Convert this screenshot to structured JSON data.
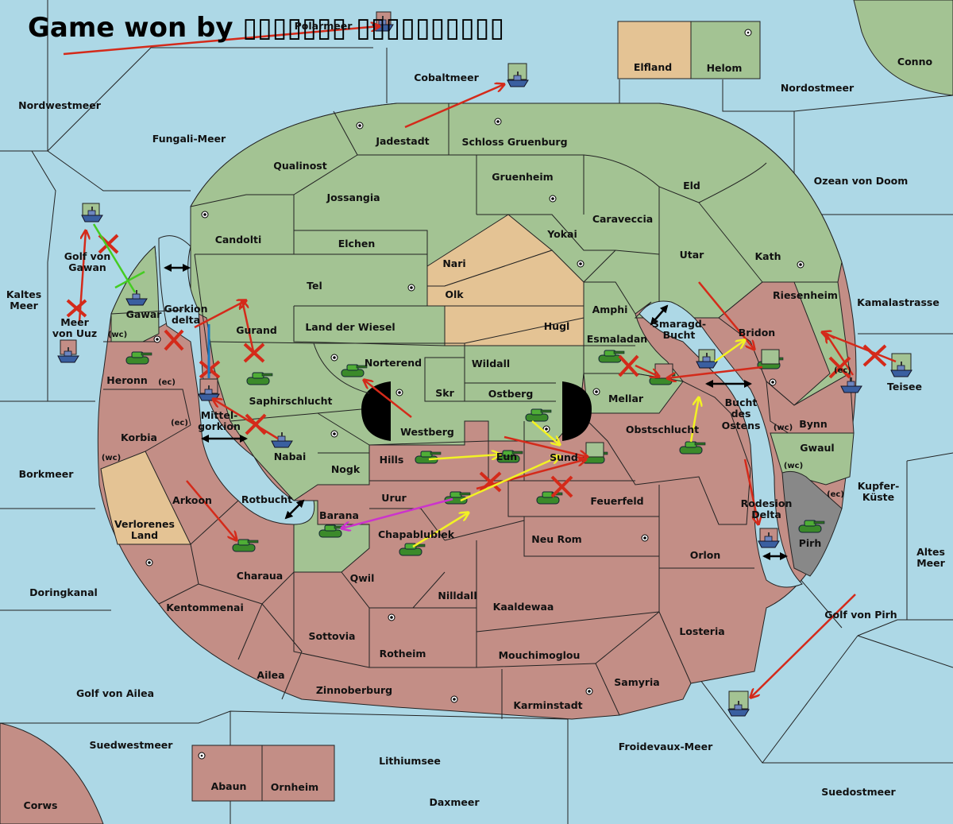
{
  "title": "Game won by ▯▯▯▯▯▯▯ ▯▯▯▯▯▯▯▯▯▯",
  "colors": {
    "sea": "#add8e6",
    "green": "#a3c393",
    "red": "#c38e86",
    "neutral": "#e4c394",
    "grey": "#888888",
    "red_arrow": "#d42a1a",
    "yellow_arrow": "#f2f224",
    "green_arrow": "#44cc22",
    "magenta_arrow": "#cc33cc",
    "blue_line": "#1a7ac2"
  },
  "seas": {
    "polarmeer": "Polarmeer",
    "cobaltmeer": "Cobaltmeer",
    "nordwestmeer": "Nordwestmeer",
    "fungali": "Fungali-Meer",
    "nordostmeer": "Nordostmeer",
    "conno": "Conno",
    "ozean_doom": "Ozean von Doom",
    "kamalastrasse": "Kamalastrasse",
    "kaltes1": "Kaltes",
    "kaltes2": "Meer",
    "golf_gawan1": "Golf von",
    "golf_gawan2": "Gawan",
    "meer_uuz1": "Meer",
    "meer_uuz2": "von Uuz",
    "gorkion1": "Gorkion",
    "gorkion2": "delta",
    "mittel1": "Mittel-",
    "mittel2": "gorkion",
    "borkmeer": "Borkmeer",
    "rotbucht": "Rotbucht",
    "smaragd1": "Smaragd-",
    "smaragd2": "Bucht",
    "bucht1": "Bucht",
    "bucht2": "des",
    "bucht3": "Ostens",
    "kupfer1": "Kupfer-",
    "kupfer2": "Küste",
    "rodesion1": "Rodesion",
    "rodesion2": "Delta",
    "altes1": "Altes",
    "altes2": "Meer",
    "doringkanal": "Doringkanal",
    "golf_pirh": "Golf von Pirh",
    "golf_ailea": "Golf von Ailea",
    "suedwestmeer": "Suedwestmeer",
    "lithiumsee": "Lithiumsee",
    "froidevaux": "Froidevaux-Meer",
    "suedostmeer": "Suedostmeer",
    "daxmeer": "Daxmeer"
  },
  "lands": {
    "elfland": "Elfland",
    "helom": "Helom",
    "jadestadt": "Jadestadt",
    "schloss": "Schloss Gruenburg",
    "qualinost": "Qualinost",
    "jossangia": "Jossangia",
    "gruenheim": "Gruenheim",
    "eld": "Eld",
    "caraveccia": "Caraveccia",
    "candolti": "Candolti",
    "elchen": "Elchen",
    "nari": "Nari",
    "yokai": "Yokai",
    "utar": "Utar",
    "kath": "Kath",
    "tel": "Tel",
    "olk": "Olk",
    "amphi": "Amphi",
    "riesenheim": "Riesenheim",
    "gawar": "Gawar",
    "land_wiesel": "Land der Wiesel",
    "hugl": "Hugl",
    "gurand": "Gurand",
    "esmaladan": "Esmaladan",
    "bridon": "Bridon",
    "norterend": "Norterend",
    "wildall": "Wildall",
    "heronn": "Heronn",
    "skr": "Skr",
    "ostberg": "Ostberg",
    "mellar": "Mellar",
    "teisee": "Teisee",
    "saphirschlucht": "Saphirschlucht",
    "westberg": "Westberg",
    "bynn": "Bynn",
    "korbia": "Korbia",
    "obstschlucht": "Obstschlucht",
    "gwaul": "Gwaul",
    "nabai": "Nabai",
    "hills": "Hills",
    "eun": "Eun",
    "sund": "Sund",
    "nogk": "Nogk",
    "arkoon": "Arkoon",
    "urur": "Urur",
    "feuerfeld": "Feuerfeld",
    "barana": "Barana",
    "verlorenes1": "Verlorenes",
    "verlorenes2": "Land",
    "chapablublek": "Chapablublek",
    "neu_rom": "Neu Rom",
    "orlon": "Orlon",
    "pirh": "Pirh",
    "charaua": "Charaua",
    "qwil": "Qwil",
    "nilldall": "Nilldall",
    "kentommenai": "Kentommenai",
    "kaaldewaa": "Kaaldewaa",
    "losteria": "Losteria",
    "sottovia": "Sottovia",
    "rotheim": "Rotheim",
    "mouchimoglou": "Mouchimoglou",
    "ailea": "Ailea",
    "samyria": "Samyria",
    "zinnoberburg": "Zinnoberburg",
    "karminstadt": "Karminstadt",
    "abaun": "Abaun",
    "ornheim": "Ornheim",
    "corws": "Corws"
  },
  "coasts": {
    "wc": "(wc)",
    "ec": "(ec)"
  }
}
